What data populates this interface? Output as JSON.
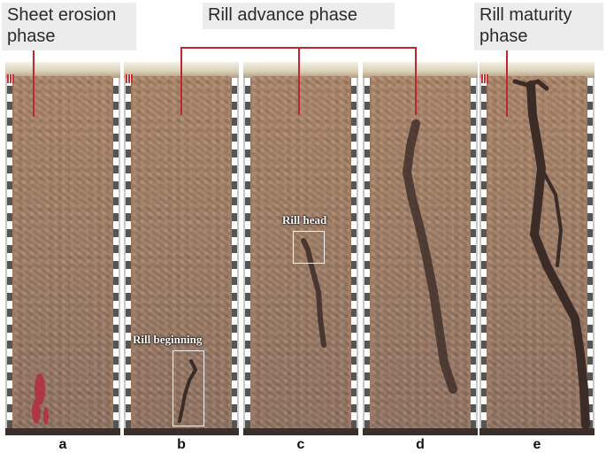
{
  "phases": {
    "sheet": "Sheet erosion\nphase",
    "advance": "Rill advance phase",
    "maturity": "Rill maturity\nphase"
  },
  "annotations": {
    "rill_head": "Rill head",
    "rill_beginning": "Rill beginning"
  },
  "panels": [
    {
      "letter": "a"
    },
    {
      "letter": "b"
    },
    {
      "letter": "c"
    },
    {
      "letter": "d"
    },
    {
      "letter": "e"
    }
  ],
  "colors": {
    "pointer_line": "#c0262d",
    "rill_dark": "#3b2c28",
    "red_stain": "#b8243a"
  }
}
